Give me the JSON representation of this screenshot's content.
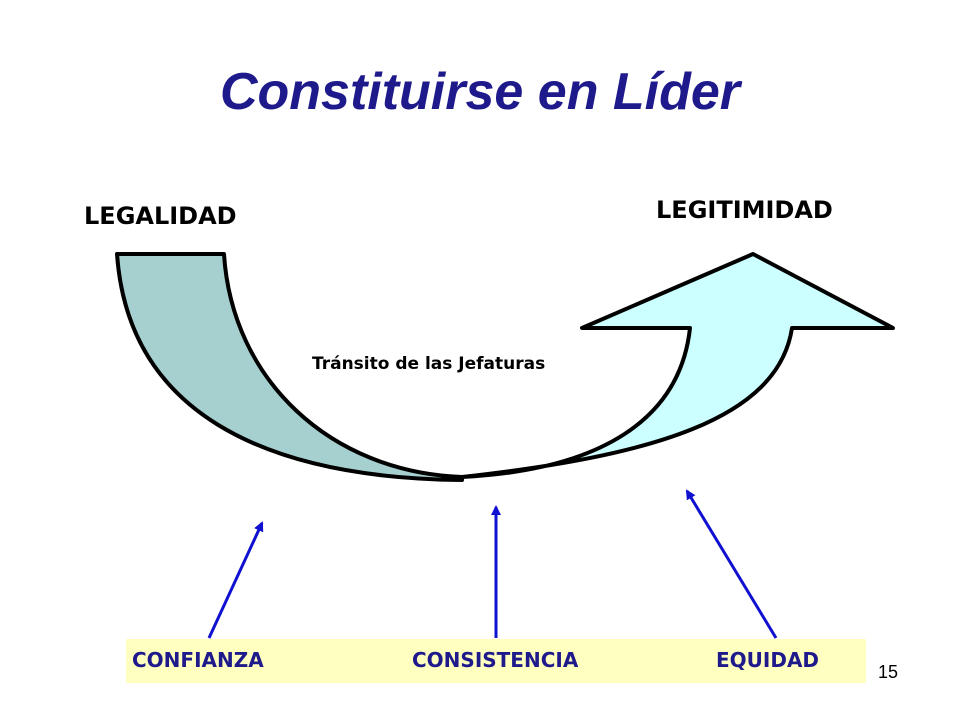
{
  "title": "Constituirse en Líder",
  "left_label": "LEGALIDAD",
  "right_label": "LEGITIMIDAD",
  "center_label": "Tránsito  de las Jefaturas",
  "values": [
    "CONFIANZA",
    "CONSISTENCIA",
    "EQUIDAD"
  ],
  "page_number": "15",
  "colors": {
    "title": "#1f1a8c",
    "left_curve_fill": "#a6cfcf",
    "right_arrow_fill": "#ccffff",
    "value_arrows": "#1010d0",
    "bar_fill": "#ffffc0",
    "bar_text": "#1f1a8c"
  }
}
